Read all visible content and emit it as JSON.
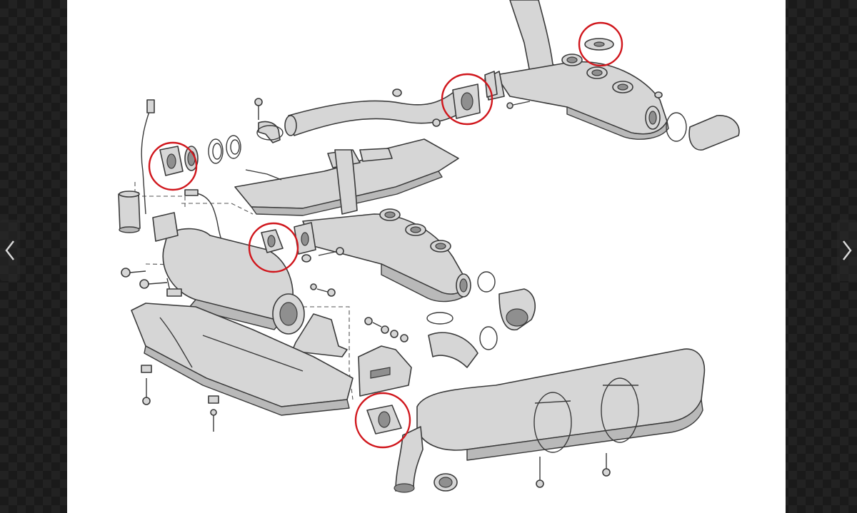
{
  "viewer": {
    "prev_icon": "chevron-left-icon",
    "next_icon": "chevron-right-icon"
  },
  "diagram": {
    "highlight_color": "#d0161c",
    "part_fill": "#d6d6d6",
    "part_shade": "#b9b9b9",
    "outline": "#3a3a3a",
    "highlights": [
      {
        "name": "gasket-highlight-top-right"
      },
      {
        "name": "gasket-highlight-upper-pipe"
      },
      {
        "name": "gasket-highlight-left-flange"
      },
      {
        "name": "gasket-highlight-center"
      },
      {
        "name": "gasket-highlight-muffler"
      }
    ]
  }
}
